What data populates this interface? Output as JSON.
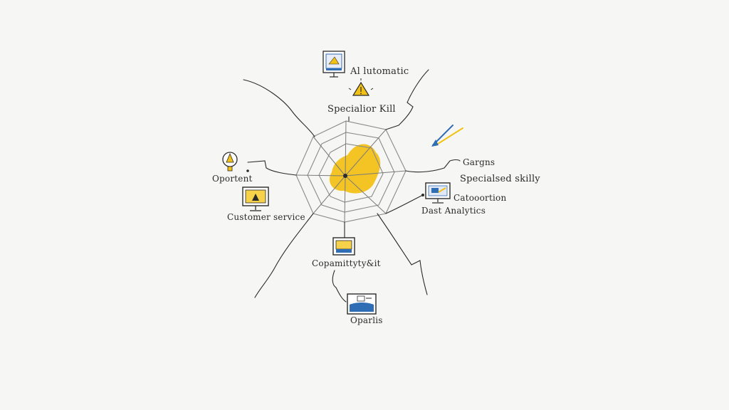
{
  "labels": {
    "ai_automatic": "Al lutomatic",
    "specialist_skill": "Specialior Kill",
    "opportent": "Oportent",
    "customer_service": "Customer service",
    "gargns": "Gargns",
    "specialised_skilly": "Specialsed skilly",
    "catoortion": "Catooortion",
    "dast_analytics": "Dast Analytics",
    "copamity_kit": "Copamittyty&it",
    "operatis": "Oparlis"
  },
  "icons": {
    "top": "monitor-icon",
    "warning": "warning-triangle-icon",
    "left_bulb": "lightbulb-icon",
    "left_monitor": "monitor-icon",
    "right_monitor": "monitor-icon",
    "bottom_box": "box-icon",
    "bottom_tray": "tray-icon",
    "arrow": "arrow-icon"
  },
  "colors": {
    "ink": "#2a2a2a",
    "web": "#8a8a8a",
    "yellow": "#f2c118",
    "blue": "#2f6db5",
    "background": "#f6f6f4"
  }
}
